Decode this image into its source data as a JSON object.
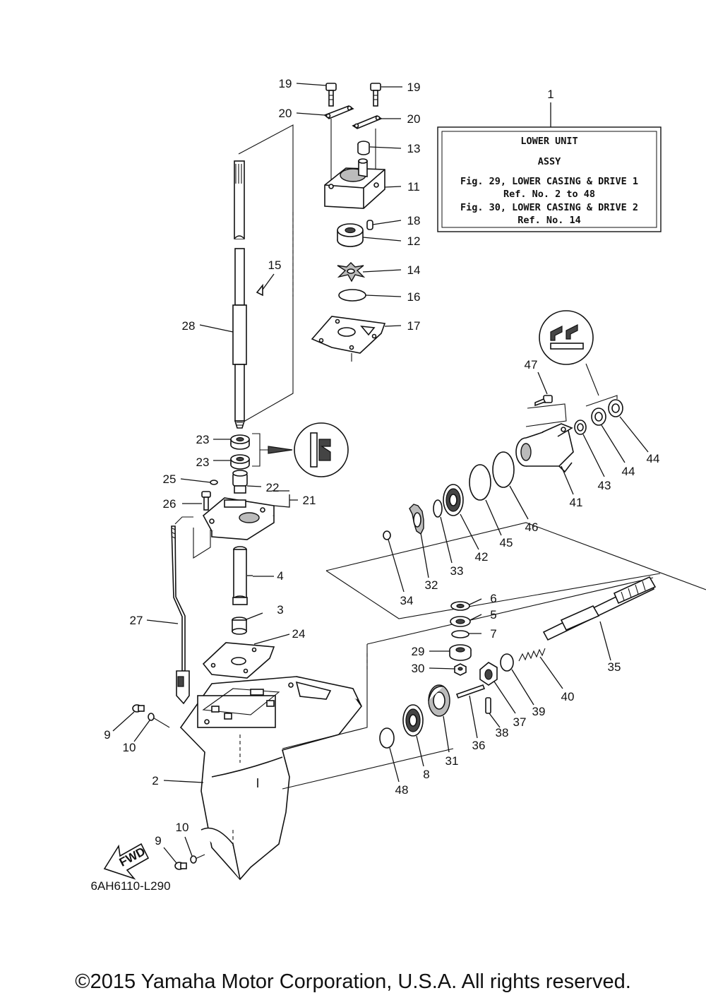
{
  "callouts": {
    "c1": "1",
    "c2": "2",
    "c3": "3",
    "c4": "4",
    "c5": "5",
    "c6": "6",
    "c7": "7",
    "c8": "8",
    "c9a": "9",
    "c9b": "9",
    "c10a": "10",
    "c10b": "10",
    "c11": "11",
    "c12": "12",
    "c13": "13",
    "c14": "14",
    "c15": "15",
    "c16": "16",
    "c17": "17",
    "c18": "18",
    "c19a": "19",
    "c19b": "19",
    "c20a": "20",
    "c20b": "20",
    "c21": "21",
    "c22": "22",
    "c23a": "23",
    "c23b": "23",
    "c24": "24",
    "c25": "25",
    "c26": "26",
    "c27": "27",
    "c28": "28",
    "c29": "29",
    "c30": "30",
    "c31": "31",
    "c32": "32",
    "c33": "33",
    "c34": "34",
    "c35": "35",
    "c36": "36",
    "c37": "37",
    "c38": "38",
    "c39": "39",
    "c40": "40",
    "c41": "41",
    "c42": "42",
    "c43": "43",
    "c44a": "44",
    "c44b": "44",
    "c45": "45",
    "c46": "46",
    "c47": "47",
    "c48": "48"
  },
  "assy_box": {
    "line1": "LOWER UNIT",
    "line2": "ASSY",
    "line3": "Fig. 29, LOWER CASING & DRIVE 1",
    "line4": "Ref. No. 2 to 48",
    "line5": "Fig. 30, LOWER CASING & DRIVE 2",
    "line6": "Ref. No. 14"
  },
  "fwd_label": "FWD",
  "diagram_code": "6AH6110-L290",
  "copyright": "©2015 Yamaha Motor Corporation, U.S.A. All rights reserved."
}
